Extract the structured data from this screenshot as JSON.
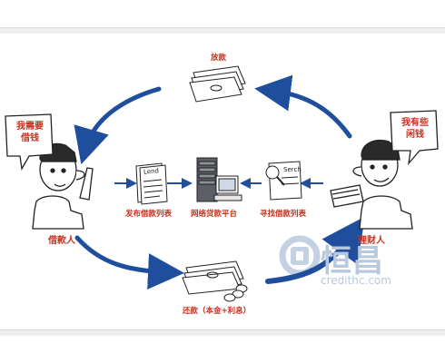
{
  "labels": {
    "loan_out": "放款",
    "borrower": "借款人",
    "lender": "理财人",
    "publish": "发布借款列表",
    "platform": "网络贷款平台",
    "search_list": "寻找借款列表",
    "repay": "还款（本金+利息）"
  },
  "bubbles": {
    "borrower_line1": "我需要",
    "borrower_line2": "借钱",
    "lender_line1": "我有些",
    "lender_line2": "闲钱"
  },
  "doc": {
    "lend_text": "Lend",
    "search_text": "Serch"
  },
  "watermark": {
    "brand": "恒昌",
    "url": "credithc.com"
  },
  "colors": {
    "arrow_blue": "#1f4f9c",
    "label_red": "#c8321e",
    "watermark": "#b9c9dd"
  }
}
